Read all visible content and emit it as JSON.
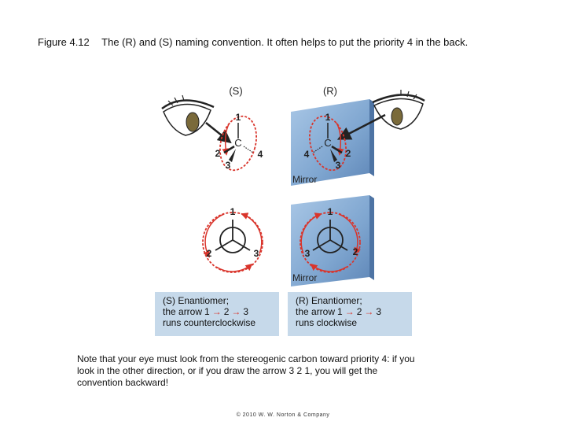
{
  "caption": {
    "number": "Figure 4.12",
    "text": "The (R) and (S) naming convention. It often helps to put the priority 4 in the back."
  },
  "top_left": {
    "label": "(S)",
    "p1": "1",
    "center": "C",
    "p2": "2",
    "p3": "3",
    "p4": "4"
  },
  "top_right": {
    "label": "(R)",
    "p1": "1",
    "center": "C",
    "p2": "2",
    "p3": "3",
    "p4": "4",
    "mirror": "Mirror"
  },
  "bottom_left": {
    "p1": "1",
    "p2": "2",
    "p3": "3"
  },
  "bottom_right": {
    "p1": "1",
    "p2": "2",
    "p3": "3",
    "mirror": "Mirror"
  },
  "box_s": {
    "line1": "(S) Enantiomer;",
    "line2_prefix": "the arrow",
    "n1": "1",
    "n2": "2",
    "n3": "3",
    "line3": "runs counterclockwise"
  },
  "box_r": {
    "line1": "(R) Enantiomer;",
    "line2_prefix": "the arrow",
    "n1": "1",
    "n2": "2",
    "n3": "3",
    "line3": "runs clockwise"
  },
  "note": {
    "line1": "Note that your eye must look from the stereogenic carbon toward priority 4: if you",
    "line2": "look in the other direction, or if you draw the arrow 3  2  1, you will get the",
    "line3": "convention backward!"
  },
  "copyright": "© 2010 W. W. Norton & Company",
  "colors": {
    "arrow": "#d9342b",
    "mirror": "#8fb3d9",
    "box": "#c6d9ea"
  }
}
